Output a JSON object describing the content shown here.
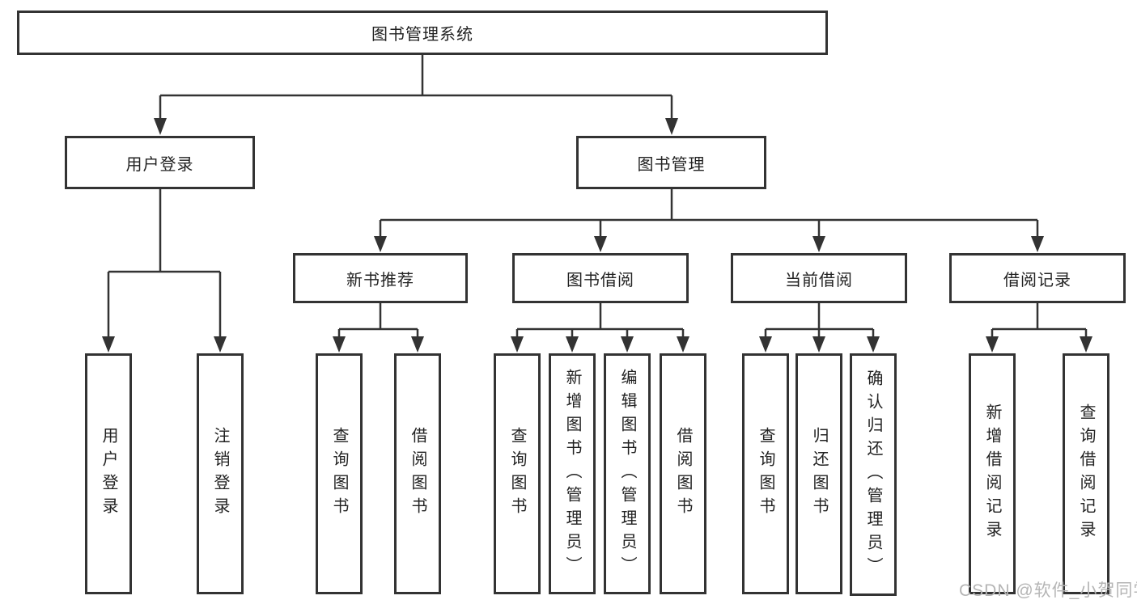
{
  "tree": {
    "root": "图书管理系统",
    "user_login": {
      "label": "用户登录",
      "leaves": [
        "用户登录",
        "注销登录"
      ]
    },
    "book_mgmt": {
      "label": "图书管理",
      "sections": [
        {
          "label": "新书推荐",
          "leaves": [
            "查询图书",
            "借阅图书"
          ]
        },
        {
          "label": "图书借阅",
          "leaves": [
            "查询图书",
            "新增图书（管理员）",
            "编辑图书（管理员）",
            "借阅图书"
          ]
        },
        {
          "label": "当前借阅",
          "leaves": [
            "查询图书",
            "归还图书",
            "确认归还（管理员）"
          ]
        },
        {
          "label": "借阅记录",
          "leaves": [
            "新增借阅记录",
            "查询借阅记录"
          ]
        }
      ]
    }
  },
  "watermark": {
    "text": "CSDN @软件_小贺同学"
  },
  "colors": {
    "line": "#333333",
    "box_border": "#333333",
    "text": "#222222",
    "watermark": "#b5b5b5",
    "background": "#ffffff"
  }
}
